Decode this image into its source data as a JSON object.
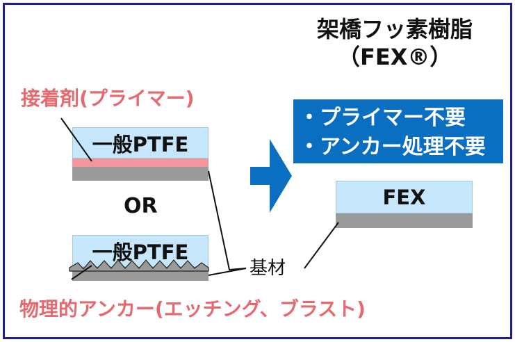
{
  "title": {
    "line1": "架橋フッ素樹脂",
    "line2": "（FEX®）"
  },
  "primer_label": "接着剤(プライマー)",
  "anchor_label": "物理的アンカー(エッチング、ブラスト)",
  "ptfe_top_label": "一般PTFE",
  "ptfe_bottom_label": "一般PTFE",
  "or_label": "OR",
  "substrate_label": "基材",
  "fex_label": "FEX",
  "benefits": [
    "・プライマー不要",
    "・アンカー処理不要"
  ],
  "colors": {
    "frame": "#1d1f8a",
    "fluoro_layer": "#c6e6fb",
    "primer_layer": "#f2959c",
    "substrate": "#9a9a9a",
    "arrow": "#0a6fc1",
    "callout_bg": "#0a6fc1",
    "red_text": "#e5696e"
  }
}
